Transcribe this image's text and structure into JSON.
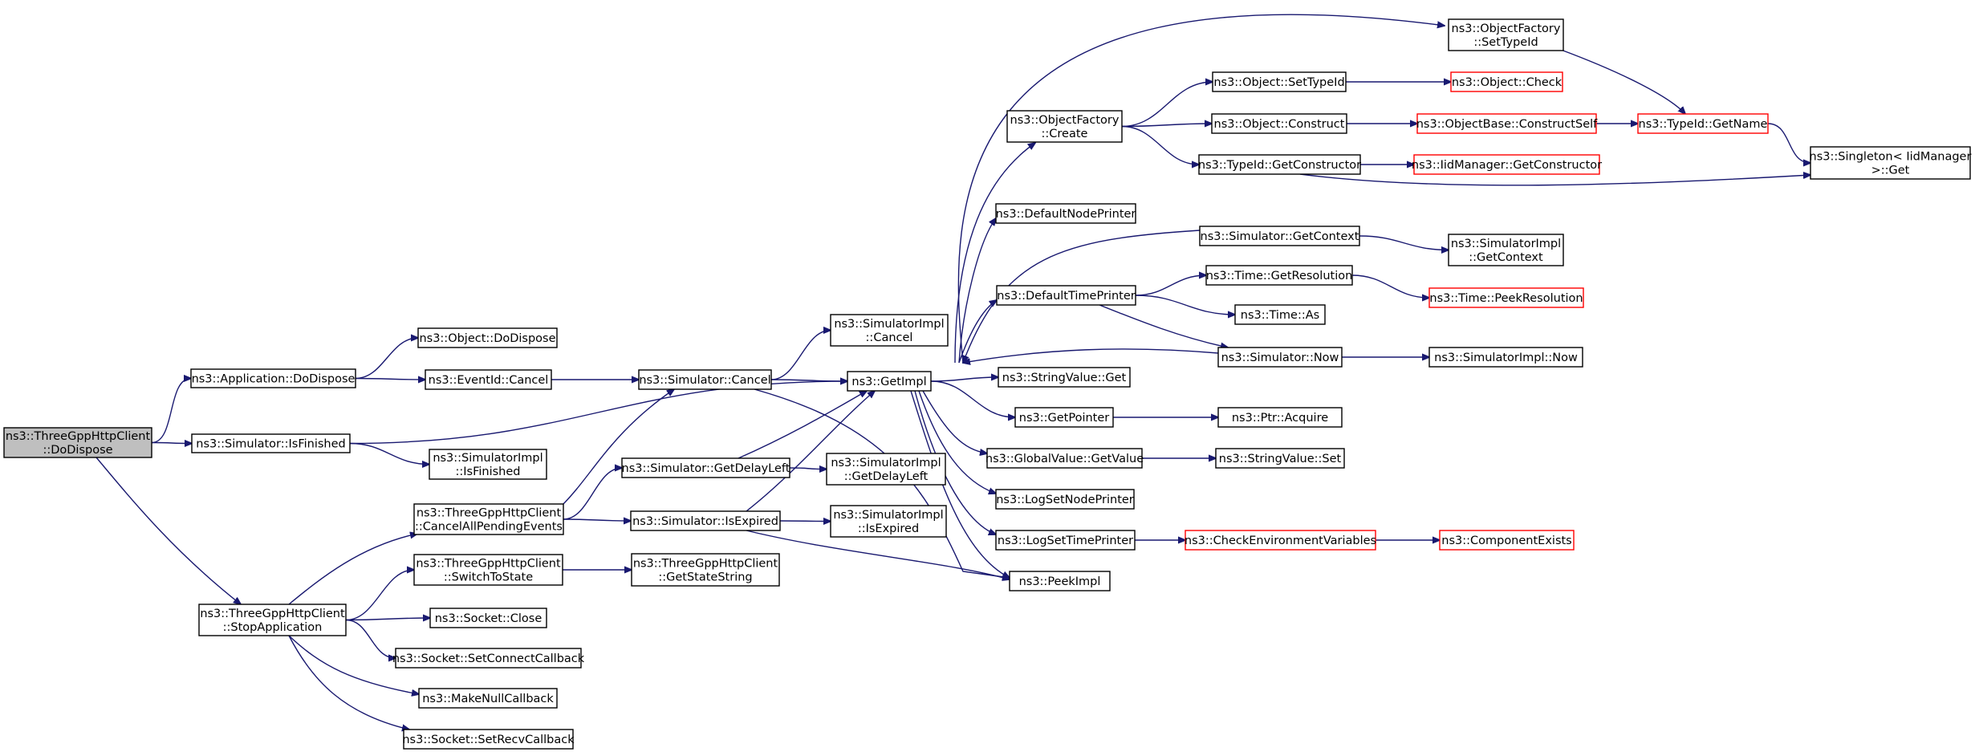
{
  "nodes": {
    "root": {
      "lines": [
        "ns3::ThreeGppHttpClient",
        "::DoDispose"
      ],
      "style": "root"
    },
    "app_dodispose": {
      "lines": [
        "ns3::Application::DoDispose"
      ]
    },
    "sim_isfinished": {
      "lines": [
        "ns3::Simulator::IsFinished"
      ]
    },
    "stopapp": {
      "lines": [
        "ns3::ThreeGppHttpClient",
        "::StopApplication"
      ]
    },
    "obj_dodispose": {
      "lines": [
        "ns3::Object::DoDispose"
      ]
    },
    "eventid_cancel": {
      "lines": [
        "ns3::EventId::Cancel"
      ]
    },
    "simimpl_isfinished": {
      "lines": [
        "ns3::SimulatorImpl",
        "::IsFinished"
      ]
    },
    "cancelall": {
      "lines": [
        "ns3::ThreeGppHttpClient",
        "::CancelAllPendingEvents"
      ]
    },
    "switchtostate": {
      "lines": [
        "ns3::ThreeGppHttpClient",
        "::SwitchToState"
      ]
    },
    "socket_close": {
      "lines": [
        "ns3::Socket::Close"
      ]
    },
    "socket_setconnect": {
      "lines": [
        "ns3::Socket::SetConnectCallback"
      ]
    },
    "makenull": {
      "lines": [
        "ns3::MakeNullCallback"
      ]
    },
    "socket_setrecv": {
      "lines": [
        "ns3::Socket::SetRecvCallback"
      ]
    },
    "sim_cancel": {
      "lines": [
        "ns3::Simulator::Cancel"
      ]
    },
    "sim_getdelayleft": {
      "lines": [
        "ns3::Simulator::GetDelayLeft"
      ]
    },
    "sim_isexpired": {
      "lines": [
        "ns3::Simulator::IsExpired"
      ]
    },
    "getstatestring": {
      "lines": [
        "ns3::ThreeGppHttpClient",
        "::GetStateString"
      ]
    },
    "simimpl_cancel": {
      "lines": [
        "ns3::SimulatorImpl",
        "::Cancel"
      ]
    },
    "getimpl": {
      "lines": [
        "ns3::GetImpl"
      ]
    },
    "simimpl_getdelayleft": {
      "lines": [
        "ns3::SimulatorImpl",
        "::GetDelayLeft"
      ]
    },
    "simimpl_isexpired": {
      "lines": [
        "ns3::SimulatorImpl",
        "::IsExpired"
      ]
    },
    "peekimpl": {
      "lines": [
        "ns3::PeekImpl"
      ]
    },
    "objfactory_create": {
      "lines": [
        "ns3::ObjectFactory",
        "::Create"
      ]
    },
    "defaultnodeprinter": {
      "lines": [
        "ns3::DefaultNodePrinter"
      ]
    },
    "defaulttimeprinter": {
      "lines": [
        "ns3::DefaultTimePrinter"
      ]
    },
    "stringvalue_get": {
      "lines": [
        "ns3::StringValue::Get"
      ]
    },
    "getpointer": {
      "lines": [
        "ns3::GetPointer"
      ]
    },
    "globalvalue_getvalue": {
      "lines": [
        "ns3::GlobalValue::GetValue"
      ]
    },
    "logsetnodeprinter": {
      "lines": [
        "ns3::LogSetNodePrinter"
      ]
    },
    "logsettimeprinter": {
      "lines": [
        "ns3::LogSetTimePrinter"
      ]
    },
    "objfactory_settypeid": {
      "lines": [
        "ns3::ObjectFactory",
        "::SetTypeId"
      ]
    },
    "object_settypeid": {
      "lines": [
        "ns3::Object::SetTypeId"
      ]
    },
    "object_construct": {
      "lines": [
        "ns3::Object::Construct"
      ]
    },
    "typeid_getconstructor": {
      "lines": [
        "ns3::TypeId::GetConstructor"
      ]
    },
    "sim_getcontext": {
      "lines": [
        "ns3::Simulator::GetContext"
      ]
    },
    "time_getresolution": {
      "lines": [
        "ns3::Time::GetResolution"
      ]
    },
    "time_as": {
      "lines": [
        "ns3::Time::As"
      ]
    },
    "sim_now": {
      "lines": [
        "ns3::Simulator::Now"
      ]
    },
    "ptr_acquire": {
      "lines": [
        "ns3::Ptr::Acquire"
      ]
    },
    "stringvalue_set": {
      "lines": [
        "ns3::StringValue::Set"
      ]
    },
    "checkenv": {
      "lines": [
        "ns3::CheckEnvironmentVariables"
      ],
      "style": "red"
    },
    "object_check": {
      "lines": [
        "ns3::Object::Check"
      ],
      "style": "red"
    },
    "objectbase_constructself": {
      "lines": [
        "ns3::ObjectBase::ConstructSelf"
      ],
      "style": "red"
    },
    "iidmanager_getconstructor": {
      "lines": [
        "ns3::IidManager::GetConstructor"
      ],
      "style": "red"
    },
    "simimpl_getcontext": {
      "lines": [
        "ns3::SimulatorImpl",
        "::GetContext"
      ]
    },
    "time_peekresolution": {
      "lines": [
        "ns3::Time::PeekResolution"
      ],
      "style": "red"
    },
    "simimpl_now": {
      "lines": [
        "ns3::SimulatorImpl::Now"
      ]
    },
    "componentexists": {
      "lines": [
        "ns3::ComponentExists"
      ],
      "style": "red"
    },
    "typeid_getname": {
      "lines": [
        "ns3::TypeId::GetName"
      ],
      "style": "red"
    },
    "singleton_get": {
      "lines": [
        "ns3::Singleton< IidManager",
        " >::Get"
      ]
    }
  },
  "edges": [
    [
      "root",
      "app_dodispose"
    ],
    [
      "root",
      "sim_isfinished"
    ],
    [
      "root",
      "stopapp"
    ],
    [
      "app_dodispose",
      "obj_dodispose"
    ],
    [
      "app_dodispose",
      "eventid_cancel"
    ],
    [
      "eventid_cancel",
      "sim_cancel"
    ],
    [
      "sim_isfinished",
      "getimpl"
    ],
    [
      "sim_isfinished",
      "simimpl_isfinished"
    ],
    [
      "stopapp",
      "cancelall"
    ],
    [
      "stopapp",
      "switchtostate"
    ],
    [
      "stopapp",
      "socket_close"
    ],
    [
      "stopapp",
      "socket_setconnect"
    ],
    [
      "stopapp",
      "makenull"
    ],
    [
      "stopapp",
      "socket_setrecv"
    ],
    [
      "cancelall",
      "sim_cancel"
    ],
    [
      "cancelall",
      "sim_getdelayleft"
    ],
    [
      "cancelall",
      "sim_isexpired"
    ],
    [
      "switchtostate",
      "getstatestring"
    ],
    [
      "sim_cancel",
      "simimpl_cancel"
    ],
    [
      "sim_cancel",
      "getimpl"
    ],
    [
      "sim_cancel",
      "peekimpl"
    ],
    [
      "sim_getdelayleft",
      "getimpl"
    ],
    [
      "sim_getdelayleft",
      "simimpl_getdelayleft"
    ],
    [
      "sim_isexpired",
      "getimpl"
    ],
    [
      "sim_isexpired",
      "simimpl_isexpired"
    ],
    [
      "sim_isexpired",
      "peekimpl"
    ],
    [
      "getimpl",
      "objfactory_settypeid"
    ],
    [
      "getimpl",
      "objfactory_create"
    ],
    [
      "getimpl",
      "defaultnodeprinter"
    ],
    [
      "getimpl",
      "defaulttimeprinter"
    ],
    [
      "getimpl",
      "stringvalue_get"
    ],
    [
      "getimpl",
      "getpointer"
    ],
    [
      "getimpl",
      "globalvalue_getvalue"
    ],
    [
      "getimpl",
      "logsetnodeprinter"
    ],
    [
      "getimpl",
      "logsettimeprinter"
    ],
    [
      "getimpl",
      "peekimpl"
    ],
    [
      "objfactory_settypeid",
      "typeid_getname"
    ],
    [
      "objfactory_create",
      "object_settypeid"
    ],
    [
      "objfactory_create",
      "object_construct"
    ],
    [
      "objfactory_create",
      "typeid_getconstructor"
    ],
    [
      "object_settypeid",
      "object_check"
    ],
    [
      "object_construct",
      "objectbase_constructself"
    ],
    [
      "typeid_getconstructor",
      "iidmanager_getconstructor"
    ],
    [
      "typeid_getconstructor",
      "singleton_get"
    ],
    [
      "objectbase_constructself",
      "typeid_getname"
    ],
    [
      "typeid_getname",
      "singleton_get"
    ],
    [
      "sim_getcontext",
      "getimpl"
    ],
    [
      "sim_getcontext",
      "simimpl_getcontext"
    ],
    [
      "defaulttimeprinter",
      "time_getresolution"
    ],
    [
      "defaulttimeprinter",
      "time_as"
    ],
    [
      "defaulttimeprinter",
      "sim_now"
    ],
    [
      "time_getresolution",
      "time_peekresolution"
    ],
    [
      "sim_now",
      "getimpl"
    ],
    [
      "sim_now",
      "simimpl_now"
    ],
    [
      "getpointer",
      "ptr_acquire"
    ],
    [
      "globalvalue_getvalue",
      "stringvalue_set"
    ],
    [
      "logsettimeprinter",
      "checkenv"
    ],
    [
      "checkenv",
      "componentexists"
    ]
  ]
}
